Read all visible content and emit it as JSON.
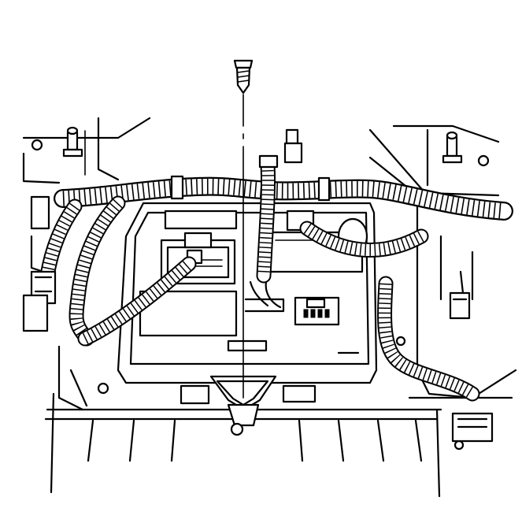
{
  "figure": {
    "kind": "technical line illustration",
    "colors": {
      "line": "#000000",
      "background": "#ffffff"
    },
    "parts": [
      "fastener-screw",
      "wiring-harness",
      "control-module",
      "module-bracket",
      "mounting-studs",
      "harness-connectors",
      "floor-panel"
    ]
  }
}
